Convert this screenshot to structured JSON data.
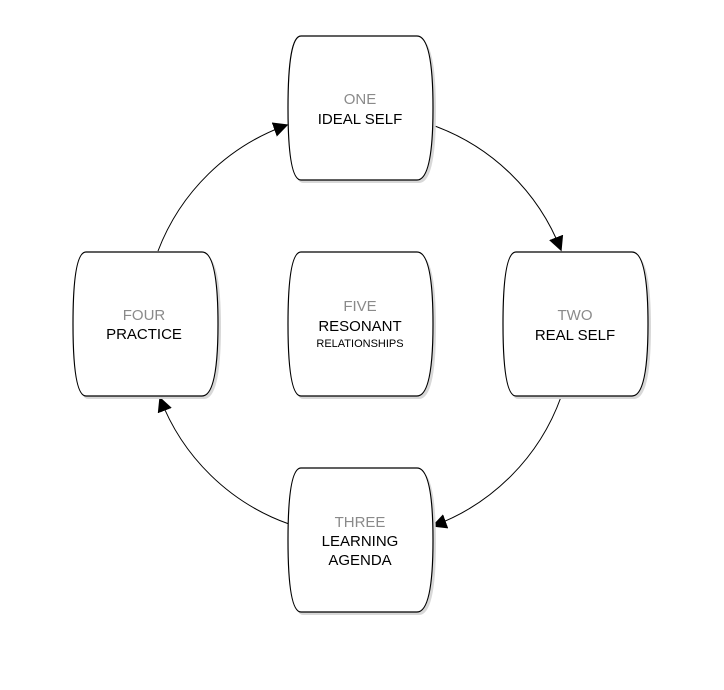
{
  "colors": {
    "number_text": "#8a8a8a",
    "label_text": "#000000",
    "outline": "#000000"
  },
  "nodes": {
    "one": {
      "number": "ONE",
      "label": "IDEAL SELF"
    },
    "two": {
      "number": "TWO",
      "label": "REAL SELF"
    },
    "three": {
      "number": "THREE",
      "label_line1": "LEARNING",
      "label_line2": "AGENDA"
    },
    "four": {
      "number": "FOUR",
      "label": "PRACTICE"
    },
    "five": {
      "number": "FIVE",
      "label": "RESONANT",
      "sublabel": "RELATIONSHIPS"
    }
  },
  "connectors": [
    {
      "from": "one",
      "to": "two"
    },
    {
      "from": "two",
      "to": "three"
    },
    {
      "from": "three",
      "to": "four"
    },
    {
      "from": "four",
      "to": "one"
    }
  ]
}
